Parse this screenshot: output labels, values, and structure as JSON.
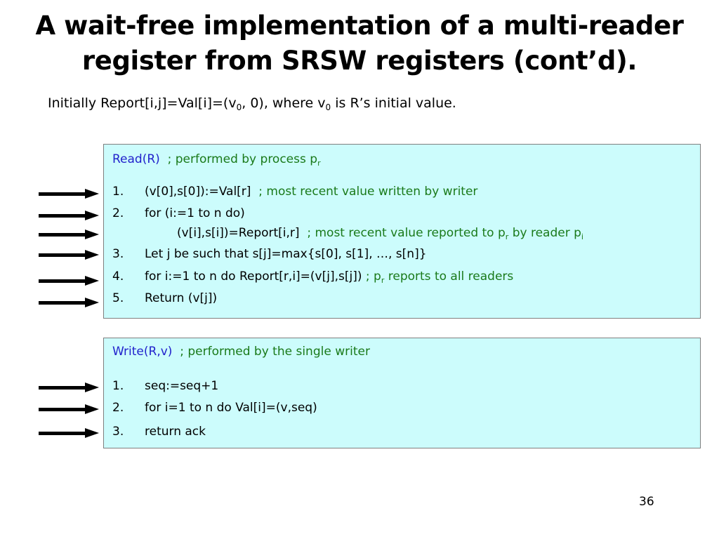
{
  "slide": {
    "title": "A wait-free implementation of a multi-reader\nregister from SRSW registers (cont’d).",
    "subtitle_parts": {
      "p1": "Initially Report[i,j]=Val[i]=(v",
      "sub1": "0",
      "p2": ", 0), where v",
      "sub2": "0",
      "p3": " is R’s initial value."
    },
    "page_number": "36"
  },
  "colors": {
    "box_fill": "#ccfcfc",
    "box_border": "#7f7f7f",
    "procedure_name": "#2222cc",
    "comment": "#1a7a1a",
    "code": "#000000",
    "arrow": "#000000",
    "background": "#ffffff"
  },
  "read_box": {
    "header": {
      "name": "Read(R)",
      "comment_pre": "; performed by process p",
      "comment_sub": "r",
      "comment_post": ""
    },
    "lines": [
      {
        "num": "1.",
        "code": "(v[0],s[0]):=Val[r]",
        "comment_pre": "; most recent value written by writer",
        "comment_sub": "",
        "comment_post": ""
      },
      {
        "num": "2.",
        "code": "for (i:=1 to n do)",
        "comment_pre": "",
        "comment_sub": "",
        "comment_post": ""
      },
      {
        "num": "",
        "code": "(v[i],s[i])=Report[i,r]",
        "comment_pre": "; most recent value reported to p",
        "comment_sub": "r",
        "comment_post": " by reader p",
        "comment_sub2": "i"
      },
      {
        "num": "3.",
        "code": "Let j be such that s[j]=max{s[0], s[1], …, s[n]}",
        "comment_pre": "",
        "comment_sub": "",
        "comment_post": ""
      },
      {
        "num": "4.",
        "code": "for i:=1 to n do Report[r,i]=(v[j],s[j])",
        "comment_pre": "; p",
        "comment_sub": "r",
        "comment_post": " reports to all readers"
      },
      {
        "num": "5.",
        "code": "Return (v[j])",
        "comment_pre": "",
        "comment_sub": "",
        "comment_post": ""
      }
    ],
    "arrow_count": 6
  },
  "write_box": {
    "header": {
      "name": "Write(R,v)",
      "comment_pre": "; performed by the single writer",
      "comment_sub": "",
      "comment_post": ""
    },
    "lines": [
      {
        "num": "1.",
        "code": "seq:=seq+1"
      },
      {
        "num": "2.",
        "code": "for i=1 to n do Val[i]=(v,seq)"
      },
      {
        "num": "3.",
        "code": "return ack"
      }
    ],
    "arrow_count": 3
  },
  "arrows": {
    "icon": "right-arrow-icon",
    "read_positions_y": [
      269,
      300,
      327,
      356,
      393,
      424
    ],
    "write_positions_y": [
      545,
      576,
      610
    ],
    "x": 55
  }
}
